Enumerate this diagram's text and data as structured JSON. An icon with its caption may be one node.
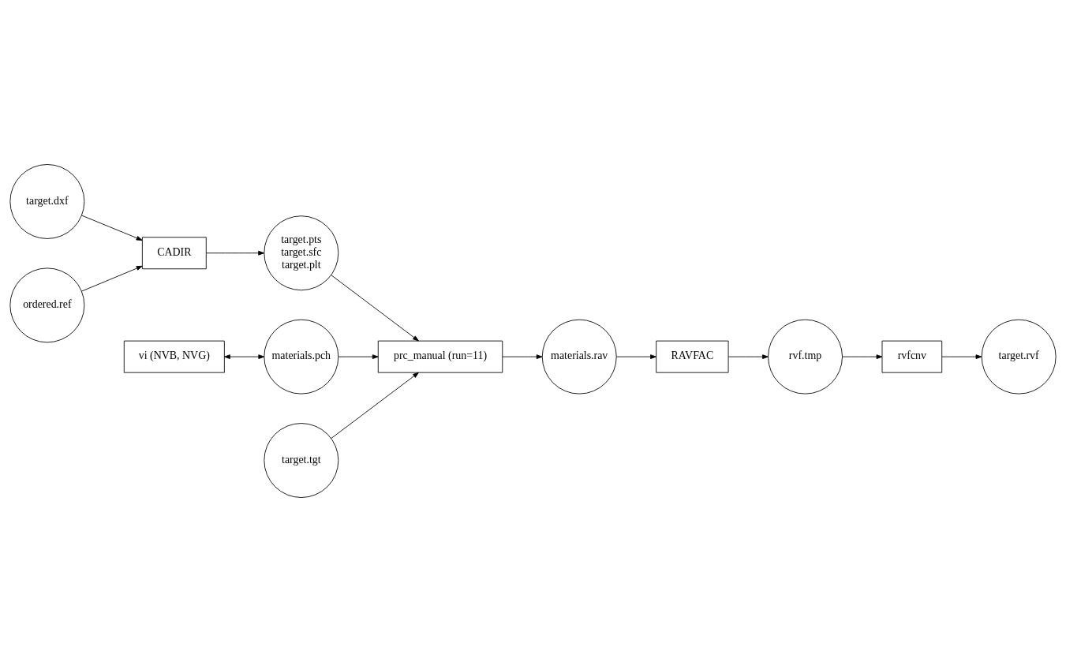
{
  "diagram": {
    "nodes": [
      {
        "text": [
          "target.dxf"
        ]
      },
      {
        "text": [
          "ordered.ref"
        ]
      },
      {
        "text": [
          "CADIR"
        ]
      },
      {
        "text": [
          "target.pts",
          "target.sfc",
          "target.plt"
        ]
      },
      {
        "text": [
          "vi (NVB, NVG)"
        ]
      },
      {
        "text": [
          "materials.pch"
        ]
      },
      {
        "text": [
          "prc_manual (run=11)"
        ]
      },
      {
        "text": [
          "target.tgt"
        ]
      },
      {
        "text": [
          "materials.rav"
        ]
      },
      {
        "text": [
          "RAVFAC"
        ]
      },
      {
        "text": [
          "rvf.tmp"
        ]
      },
      {
        "text": [
          "rvfcnv"
        ]
      },
      {
        "text": [
          "target.rvf"
        ]
      }
    ],
    "edges": [
      {
        "from": 0,
        "to": 2,
        "arrow": "to"
      },
      {
        "from": 1,
        "to": 2,
        "arrow": "to"
      },
      {
        "from": 2,
        "to": 3,
        "arrow": "to"
      },
      {
        "from": 3,
        "to": 6,
        "arrow": "to"
      },
      {
        "from": 4,
        "to": 5,
        "arrow": "both"
      },
      {
        "from": 5,
        "to": 6,
        "arrow": "to"
      },
      {
        "from": 7,
        "to": 6,
        "arrow": "to"
      },
      {
        "from": 6,
        "to": 8,
        "arrow": "to"
      },
      {
        "from": 8,
        "to": 9,
        "arrow": "to"
      },
      {
        "from": 9,
        "to": 10,
        "arrow": "to"
      },
      {
        "from": 10,
        "to": 11,
        "arrow": "to"
      },
      {
        "from": 11,
        "to": 12,
        "arrow": "to"
      }
    ]
  }
}
